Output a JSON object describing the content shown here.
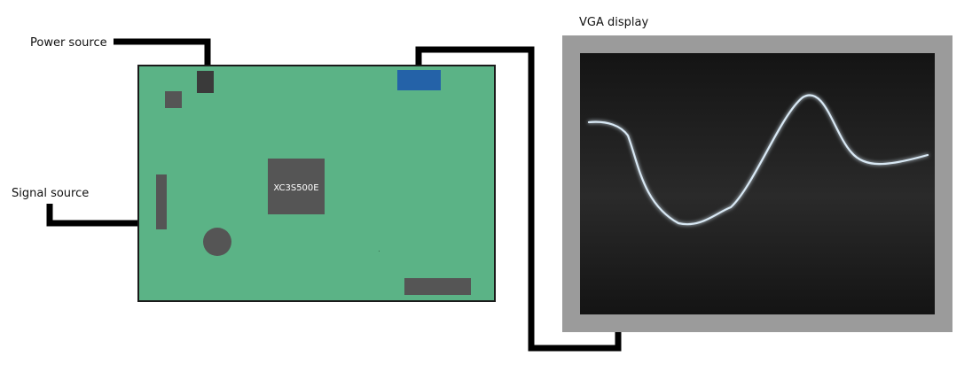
{
  "labels": {
    "power_source": "Power source",
    "signal_source": "Signal source",
    "vga_display": "VGA display",
    "fpga_chip": "XC3S500E"
  },
  "colors": {
    "board_fill": "#5bb386",
    "board_border": "#1a1a1a",
    "component": "#555555",
    "vga_connector": "#2462a8",
    "cable": "#000000",
    "monitor_bezel": "#9b9b9b",
    "screen_dark": "#141414",
    "screen_mid": "#2a2a2a",
    "waveform": "#d8e8f4"
  }
}
